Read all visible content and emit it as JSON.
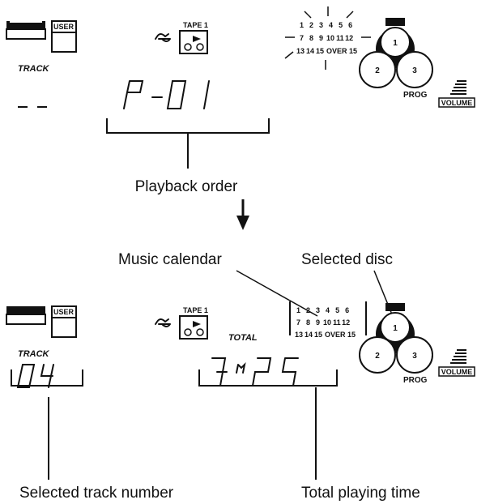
{
  "top": {
    "user_label": "USER",
    "track_label": "TRACK",
    "track_value": "- -",
    "tape_label": "TAPE 1",
    "display": "P-01",
    "calendar_rows": [
      [
        "1",
        "2",
        "3",
        "4",
        "5",
        "6"
      ],
      [
        "7",
        "8",
        "9",
        "10",
        "11",
        "12"
      ],
      [
        "13",
        "14",
        "15",
        "OVER 15"
      ]
    ],
    "disc_numbers": [
      "1",
      "2",
      "3"
    ],
    "prog_label": "PROG",
    "volume_label": "VOLUME",
    "caption": "Playback order"
  },
  "bottom": {
    "user_label": "USER",
    "track_label": "TRACK",
    "track_value": "04",
    "tape_label": "TAPE 1",
    "total_label": "TOTAL",
    "display": "3M25",
    "calendar_rows": [
      [
        "1",
        "2",
        "3",
        "4",
        "5",
        "6"
      ],
      [
        "7",
        "8",
        "9",
        "10",
        "11",
        "12"
      ],
      [
        "13",
        "14",
        "15",
        "OVER 15"
      ]
    ],
    "disc_numbers": [
      "1",
      "2",
      "3"
    ],
    "prog_label": "PROG",
    "volume_label": "VOLUME"
  },
  "callouts": {
    "music_calendar": "Music calendar",
    "selected_disc": "Selected disc",
    "selected_track_number": "Selected track number",
    "total_playing_time": "Total playing time"
  }
}
